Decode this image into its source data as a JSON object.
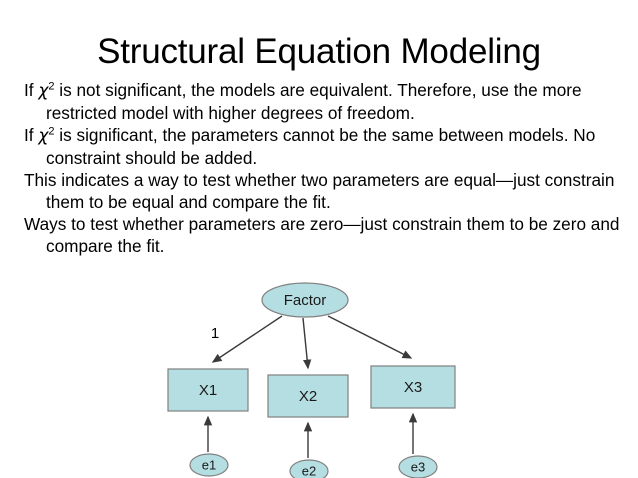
{
  "slide": {
    "title": "Structural Equation Modeling",
    "paragraphs": [
      {
        "id": "para-chi-not-significant",
        "pre": "If ",
        "symbol": "χ",
        "superscript": "2",
        "post": " is not significant, the models are equivalent.  Therefore, use the more restricted model with higher degrees of freedom."
      },
      {
        "id": "para-chi-significant",
        "pre": "If ",
        "symbol": "χ",
        "superscript": "2",
        "post": " is significant, the parameters cannot be the same between models.  No constraint should be added."
      },
      {
        "id": "para-test-equal",
        "pre": "",
        "symbol": "",
        "superscript": "",
        "post": "This indicates a way to test whether two parameters are equal—just constrain them to be equal and compare the fit."
      },
      {
        "id": "para-test-zero",
        "pre": "",
        "symbol": "",
        "superscript": "",
        "post": "Ways to test whether parameters are zero—just constrain them to be zero and compare the fit."
      }
    ]
  },
  "diagram": {
    "factor": {
      "label": "Factor"
    },
    "indicators": [
      {
        "label": "X1"
      },
      {
        "label": "X2"
      },
      {
        "label": "X3"
      }
    ],
    "errors": [
      {
        "label": "e1"
      },
      {
        "label": "e2"
      },
      {
        "label": "e3"
      }
    ],
    "path_labels": [
      {
        "label": "1"
      }
    ],
    "colors": {
      "shape_fill": "#b5dee2",
      "shape_stroke": "#808080",
      "edge": "#3a3a3a",
      "text": "#1a1a1a"
    }
  }
}
